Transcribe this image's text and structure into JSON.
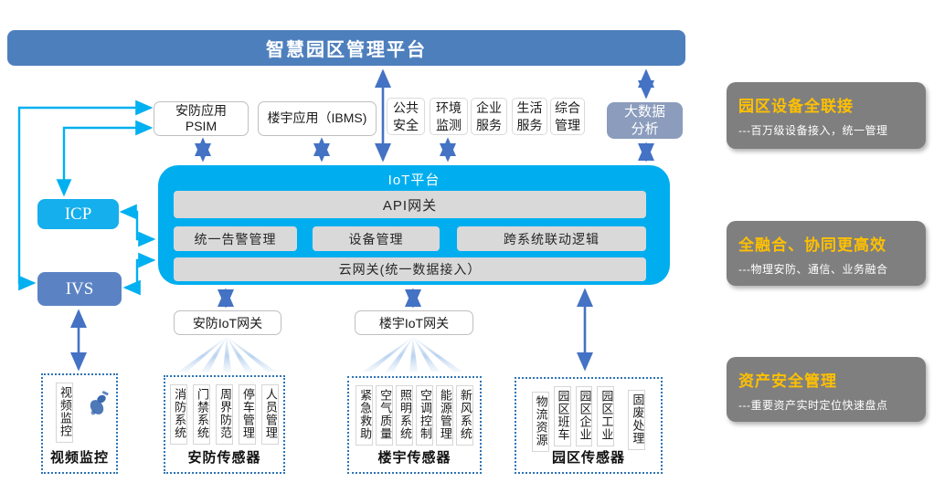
{
  "banner": {
    "title": "智慧园区管理平台"
  },
  "apps": {
    "psim_line1": "安防应用",
    "psim_line2": "PSIM",
    "ibms": "楼宇应用（IBMS)"
  },
  "services": [
    "公共安全",
    "环境监测",
    "企业服务",
    "生活服务",
    "综合管理"
  ],
  "big_data": "大数据分析",
  "iot": {
    "title": "IoT平台",
    "api_gateway": "API网关",
    "modules": [
      "统一告警管理",
      "设备管理",
      "跨系统联动逻辑"
    ],
    "cloud_gateway": "云网关(统一数据接入）"
  },
  "left_nodes": {
    "icp": "ICP",
    "ivs": "IVS"
  },
  "gateways": {
    "security": "安防IoT网关",
    "building": "楼宇IoT网关"
  },
  "sensor_groups": [
    {
      "label": "视频监控",
      "items": [
        "视频监控"
      ]
    },
    {
      "label": "安防传感器",
      "items": [
        "消防系统",
        "门禁系统",
        "周界防范",
        "停车管理",
        "人员管理"
      ]
    },
    {
      "label": "楼宇传感器",
      "items": [
        "紧急救助",
        "空气质量",
        "照明系统",
        "空调控制",
        "能源管理",
        "新风系统"
      ]
    },
    {
      "label": "园区传感器",
      "items": [
        "物流资源",
        "园区班车",
        "园区企业",
        "园区工业",
        "固废处理"
      ]
    }
  ],
  "benefits": [
    {
      "title": "园区设备全联接",
      "desc": "---百万级设备接入，统一管理"
    },
    {
      "title": "全融合、协同更高效",
      "desc": "---物理安防、通信、业务融合"
    },
    {
      "title": "资产安全管理",
      "desc": "---重要资产实时定位快速盘点"
    }
  ],
  "icons": {
    "camera": "camera-icon"
  },
  "colors": {
    "banner_blue": "#4E7FBD",
    "platform_cyan": "#00AEEF",
    "node_cyan": "#14AFEC",
    "node_steel_blue": "#5B83C4",
    "big_data_blue_gray": "#8B9CBC",
    "bar_gray": "#D9D9D9",
    "benefit_gray": "#7F7F7F",
    "benefit_orange": "#FFC000",
    "arrow_blue": "#4472C4",
    "connector_cyan": "#00B0F0",
    "dashed_border_blue": "#2E74B5"
  }
}
